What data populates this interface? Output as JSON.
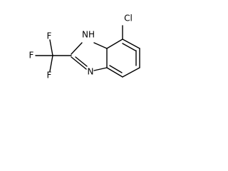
{
  "molecule": {
    "atoms": {
      "cl": "Cl",
      "nh": "NH",
      "n": "N",
      "f_top": "F",
      "f_left": "F",
      "f_bottom": "F"
    },
    "colors": {
      "bond": "#000000",
      "label": "#000000",
      "background": "#ffffff"
    }
  }
}
